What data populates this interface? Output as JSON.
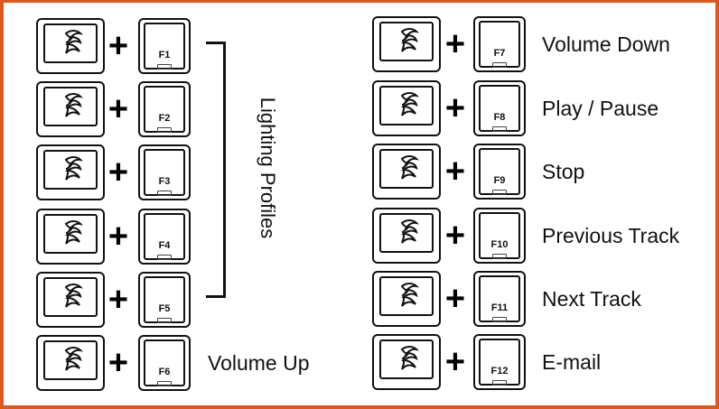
{
  "plus_sign": "+",
  "modifier_key": {
    "icon": "logo-icon"
  },
  "left_column": [
    {
      "fn_key": "F1",
      "action": ""
    },
    {
      "fn_key": "F2",
      "action": ""
    },
    {
      "fn_key": "F3",
      "action": ""
    },
    {
      "fn_key": "F4",
      "action": ""
    },
    {
      "fn_key": "F5",
      "action": ""
    },
    {
      "fn_key": "F6",
      "action": "Volume Up"
    }
  ],
  "lighting_group": {
    "label": "Lighting Profiles"
  },
  "right_column": [
    {
      "fn_key": "F7",
      "action": "Volume Down"
    },
    {
      "fn_key": "F8",
      "action": "Play / Pause"
    },
    {
      "fn_key": "F9",
      "action": "Stop"
    },
    {
      "fn_key": "F10",
      "action": "Previous Track"
    },
    {
      "fn_key": "F11",
      "action": "Next Track"
    },
    {
      "fn_key": "F12",
      "action": "E-mail"
    }
  ],
  "colors": {
    "border": "#e0561f",
    "ink": "#111111"
  }
}
